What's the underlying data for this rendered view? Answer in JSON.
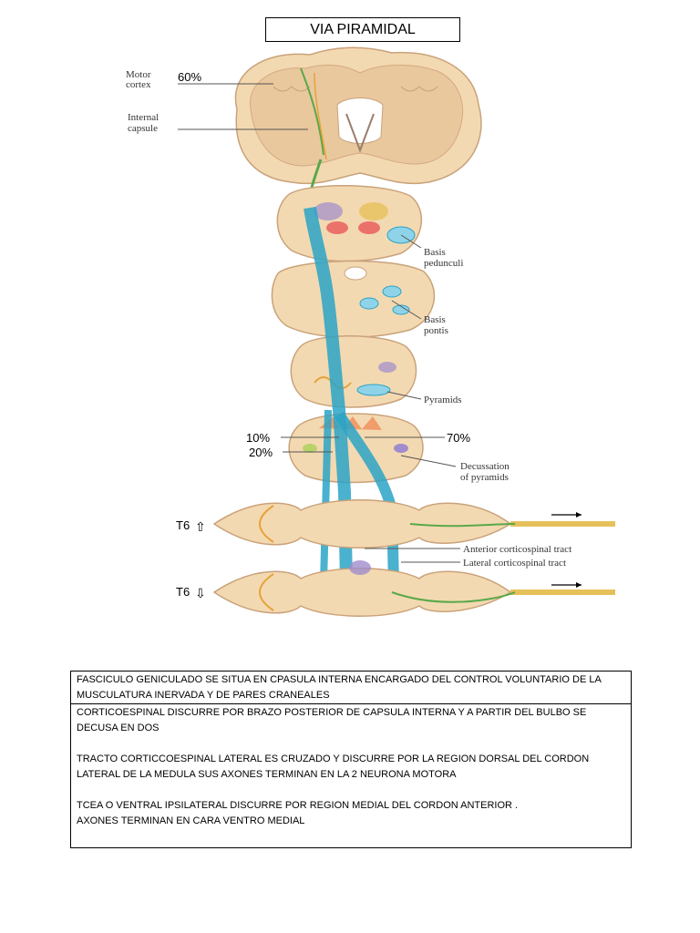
{
  "title": "VIA PIRAMIDAL",
  "diagram": {
    "labels": {
      "motor_cortex": "Motor\ncortex",
      "motor_pct": "60%",
      "internal_capsule": "Internal\ncapsule",
      "basis_pedunculi": "Basis\npedunculi",
      "basis_pontis": "Basis\npontis",
      "pyramids": "Pyramids",
      "pct_10": "10%",
      "pct_20": "20%",
      "pct_70": "70%",
      "decussation": "Decussation\nof pyramids",
      "t6_up": "T6",
      "t6_down": "T6",
      "anterior_tract": "Anterior corticospinal tract",
      "lateral_tract": "Lateral corticospinal tract"
    },
    "colors": {
      "tissue": "#f3d9b1",
      "tissue_edge": "#c9a27a",
      "tract": "#2aa3c6",
      "tract_light": "#8fd3e8",
      "nerve_green": "#5aa84a",
      "accent_red": "#e8565a",
      "accent_purple": "#a08ccc"
    }
  },
  "notes": [
    "FASCICULO GENICULADO SE SITUA EN CPASULA INTERNA ENCARGADO DEL CONTROL VOLUNTARIO DE LA MUSCULATURA INERVADA Y DE PARES CRANEALES",
    "CORTICOESPINAL DISCURRE POR BRAZO POSTERIOR DE  CAPSULA INTERNA Y A PARTIR DEL BULBO SE DECUSA  EN DOS\n\nTRACTO CORTICCOESPINAL LATERAL ES CRUZADO Y DISCURRE POR LA REGION DORSAL DEL CORDON LATERAL DE LA MEDULA SUS AXONES TERMINAN EN LA 2 NEURONA MOTORA\n\nTCEA O VENTRAL IPSILATERAL DISCURRE POR REGION MEDIAL DEL CORDON ANTERIOR .\nAXONES TERMINAN EN CARA VENTRO MEDIAL"
  ]
}
